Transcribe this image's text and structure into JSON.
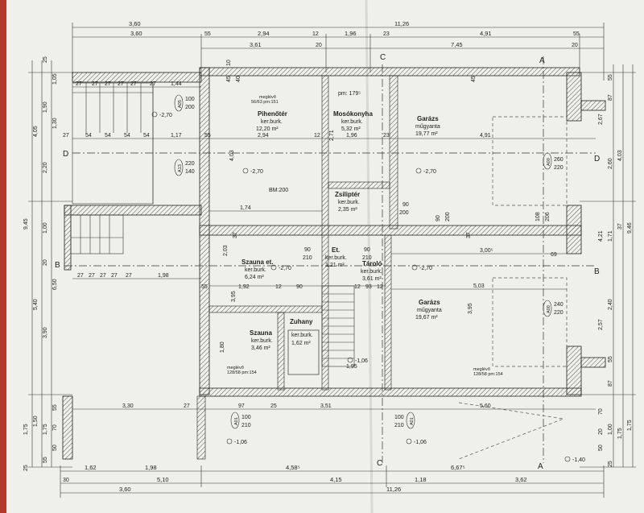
{
  "rooms": {
    "pihenoter": {
      "name": "Pihenőtér",
      "finish": "ker.burk.",
      "area": "12,20 m²"
    },
    "mosokonyha": {
      "name": "Mosókonyha",
      "finish": "ker.burk.",
      "area": "5,32 m²"
    },
    "garazs1": {
      "name": "Garázs",
      "finish": "műgyanta",
      "area": "19,77 m²"
    },
    "zsiliptér": {
      "name": "Zsiliptér",
      "finish": "ker.burk.",
      "area": "2,35 m²"
    },
    "szauna_et": {
      "name": "Szauna et.",
      "finish": "ker.burk.",
      "area": "6,24 m²"
    },
    "et": {
      "name": "Et.",
      "finish": "ker.burk.",
      "area": "1,21 m²"
    },
    "tarolo": {
      "name": "Tároló",
      "finish": "ker.burk.",
      "area": "3,61 m²"
    },
    "garazs2": {
      "name": "Garázs",
      "finish": "műgyanta",
      "area": "19,67 m²"
    },
    "szauna": {
      "name": "Szauna",
      "finish": "ker.burk.",
      "area": "3,46 m²"
    },
    "zuhany": {
      "name": "Zuhany",
      "finish": "ker.burk.",
      "area": "1,62 m²"
    }
  },
  "labels": {
    "pm": "pm: 179⁵",
    "bm": "BM:200",
    "meglevo1": "meglévő",
    "meglevo1b": "56/63 pm:151",
    "meglevo2": "meglévő",
    "meglevo2b": "128/58 pm:154",
    "meglevo3": "meglévő",
    "meglevo3b": "128/58 pm:154",
    "lvl_270a": "-2,70",
    "lvl_270b": "-2,70",
    "lvl_270c": "-2,70",
    "lvl_270d": "-2,70",
    "lvl_270e": "-2,70",
    "lvl_106a": "-1,06",
    "lvl_106b": "-1,06",
    "lvl_106c": "-1,06",
    "lvl_140": "-1,40",
    "sec_a_top": "A",
    "sec_a_bot": "A",
    "sec_b_left": "B",
    "sec_b_right": "B",
    "sec_c_top": "C",
    "sec_c_bot": "C",
    "sec_d_left": "D",
    "sec_d_right": "D"
  },
  "doors": {
    "a05": {
      "code": "A05",
      "w": "100",
      "h": "200"
    },
    "a13": {
      "code": "A13",
      "w": "220",
      "h": "140"
    },
    "a00a": {
      "code": "A00",
      "w": "260",
      "h": "220"
    },
    "a00b": {
      "code": "A00",
      "w": "240",
      "h": "220"
    },
    "a01a": {
      "code": "A01",
      "w": "100",
      "h": "210"
    },
    "a01b": {
      "code": "A01",
      "w": "100",
      "h": "210"
    }
  },
  "dims_top": {
    "d1": "3,60",
    "d2": "11,26",
    "d3": "3,60",
    "d4": "55",
    "d5": "2,94",
    "d6": "12",
    "d7": "1,96",
    "d8": "23",
    "d9": "4,91",
    "d10": "55",
    "d11": "3,61",
    "d12": "20",
    "d13": "7,45",
    "d14": "20"
  },
  "dims_bottom": {
    "b1": "1,62",
    "b2": "1,98",
    "b3": "4,58⁵",
    "b4": "6,67⁵",
    "b5": "30",
    "b6": "5,10",
    "b7": "4,15",
    "b8": "1,18",
    "b9": "3,62",
    "b10": "3,60",
    "b11": "11,26"
  },
  "dims_left": {
    "l1": "25",
    "l2": "1,05",
    "l3": "1,90",
    "l4": "4,05",
    "l5": "1,30",
    "l6": "2,20",
    "l7": "9,45",
    "l8": "1,00",
    "l9": "20",
    "l10": "5,40",
    "l11": "3,90",
    "l12": "6,50",
    "l13": "1,75",
    "l14": "1,50",
    "l15": "1,75",
    "l16": "55",
    "l17": "70",
    "l18": "50",
    "l19": "25",
    "l20": "55"
  },
  "dims_right": {
    "r1": "55",
    "r2": "87",
    "r3": "2,67",
    "r4": "2,60",
    "r5": "4,03",
    "r6": "9,46",
    "r7": "4,21",
    "r8": "1,71",
    "r9": "37",
    "r10": "2,40",
    "r11": "2,57",
    "r12": "55",
    "r13": "87",
    "r14": "70",
    "r15": "1,00",
    "r16": "20",
    "r17": "50",
    "r18": "1,75",
    "r19": "25",
    "r20": "1,75"
  },
  "dims_inner": {
    "stair_treads": "27",
    "i1": "1,44",
    "i2": "27",
    "i3": "54",
    "i4": "54",
    "i5": "54",
    "i6": "54",
    "i7": "1,17",
    "i8": "55",
    "i9": "2,94",
    "i10": "12",
    "i11": "1,96",
    "i12": "23",
    "i13": "4,91",
    "i14": "1,74",
    "i15": "1,98",
    "i16": "55",
    "i17": "1,92",
    "i18": "12",
    "i19": "90",
    "i20": "12",
    "i21": "93",
    "i22": "12",
    "i23": "5,03",
    "i24": "3,30",
    "i25": "27",
    "i26": "97",
    "i27": "25",
    "i28": "3,51",
    "i29": "5,60",
    "i30": "3,00⁵",
    "i31": "69",
    "i32": "90",
    "i33": "200",
    "i34": "90",
    "i35": "210",
    "i36": "90",
    "i37": "210",
    "i38": "1,95",
    "i39": "1,80",
    "i40": "3,95",
    "i41": "3,95",
    "i42": "2,03",
    "i43": "4,03",
    "i44": "2,71",
    "i45": "108",
    "i46": "206",
    "i47": "90",
    "i48": "200",
    "i49": "37",
    "i50": "37",
    "i51": "45",
    "i52": "45",
    "i53": "40",
    "i54": "10"
  }
}
